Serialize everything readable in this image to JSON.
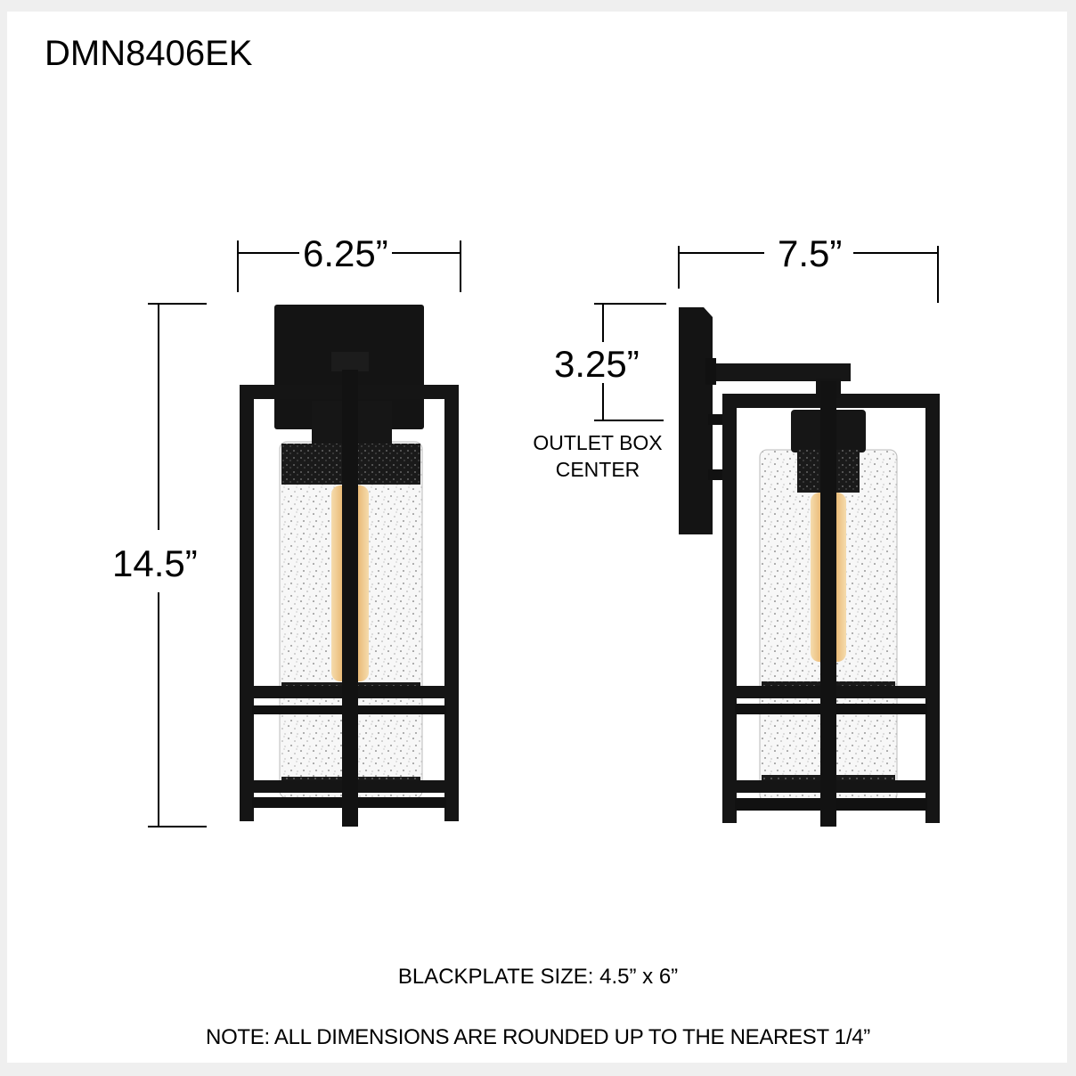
{
  "page": {
    "model_number": "DMN8406EK",
    "background_color": "#efefef",
    "sheet_color": "#ffffff",
    "fixture_color": "#111111",
    "bulb_color": "#e9b86a"
  },
  "front_view": {
    "width_label": "6.25”",
    "height_label": "14.5”"
  },
  "side_view": {
    "depth_label": "7.5”",
    "outlet_offset_label": "3.25”",
    "outlet_caption_line1": "OUTLET BOX",
    "outlet_caption_line2": "CENTER"
  },
  "footer": {
    "backplate_note": "BLACKPLATE SIZE: 4.5” x 6”",
    "rounding_note": "NOTE: ALL DIMENSIONS ARE ROUNDED UP TO THE NEAREST 1/4”"
  }
}
